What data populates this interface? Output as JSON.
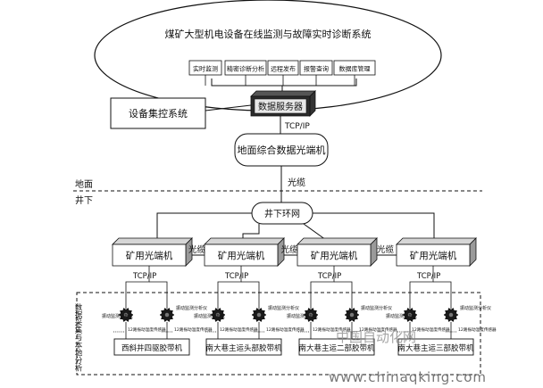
{
  "top_system": {
    "title": "煤矿大型机电设备在线监测与故障实时诊断系统",
    "modules": [
      "实时监测",
      "精密诊断分析",
      "远程发布",
      "报警查询",
      "数据库管理"
    ]
  },
  "server": "数据服务器",
  "control_system": "设备集控系统",
  "tcpip_label": "TCP/IP",
  "ground_switch": "地面综合数据光端机",
  "fiber_label": "光缆",
  "ground_label": "地面",
  "underground_label": "井下",
  "ring_network": "井下环网",
  "mine_switch": "矿用光端机",
  "local_analysis_label": "数据采集与本地分析",
  "analyzer_left_label": "振动监测分析仪",
  "analyzer_right_label": "振动监测分析仪",
  "sensor_left_label": "12路振动温度传感器",
  "sensor_right_label": "12路振动温度传感器",
  "conveyors": [
    "西斜井四驱胶带机",
    "南大巷主运头部胶带机",
    "南大巷主运二部胶带机",
    "南大巷主运三部胶带机"
  ],
  "watermark": {
    "cn": "中国自动化网",
    "url": "www.chinaqking.com"
  },
  "colors": {
    "box_front": "#ffffff",
    "box_side": "#9a9a9a",
    "box_top": "#d6d6d6",
    "server_dark": "#2b2b2b",
    "line": "#111111",
    "device": "#1a1a1a",
    "watermark": "#777777"
  }
}
